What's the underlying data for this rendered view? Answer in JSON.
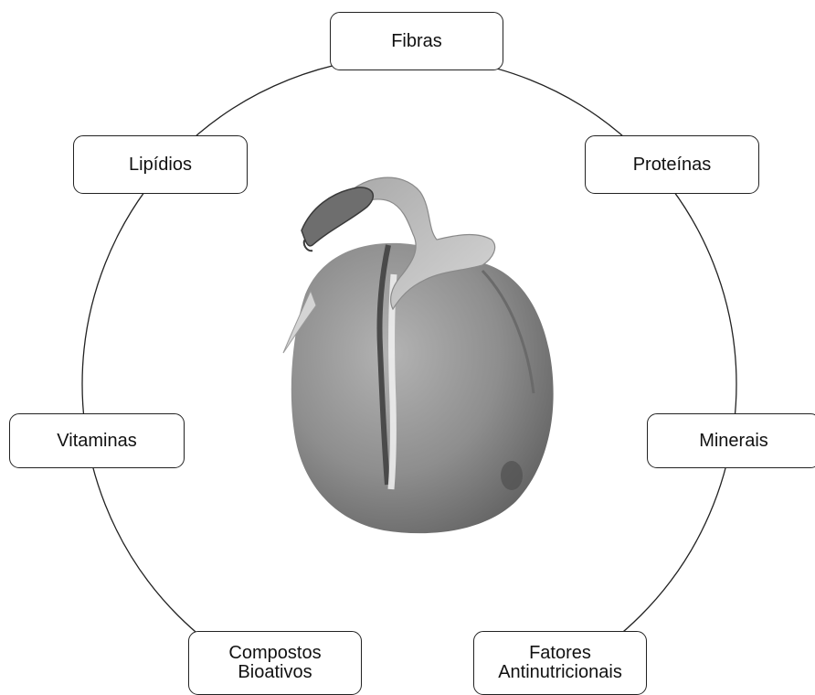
{
  "diagram": {
    "center_image": "germinating-seed",
    "nodes": {
      "fibras": {
        "label": "Fibras"
      },
      "proteinas": {
        "label": "Proteínas"
      },
      "minerais": {
        "label": "Minerais"
      },
      "fatores": {
        "line1": "Fatores",
        "line2": "Antinutricionais"
      },
      "compostos": {
        "line1": "Compostos",
        "line2": "Bioativos"
      },
      "vitaminas": {
        "label": "Vitaminas"
      },
      "lipidios": {
        "label": "Lipídios"
      }
    },
    "colors": {
      "stroke": "#222222",
      "background": "#ffffff",
      "seed": "#8f8f8f"
    }
  }
}
